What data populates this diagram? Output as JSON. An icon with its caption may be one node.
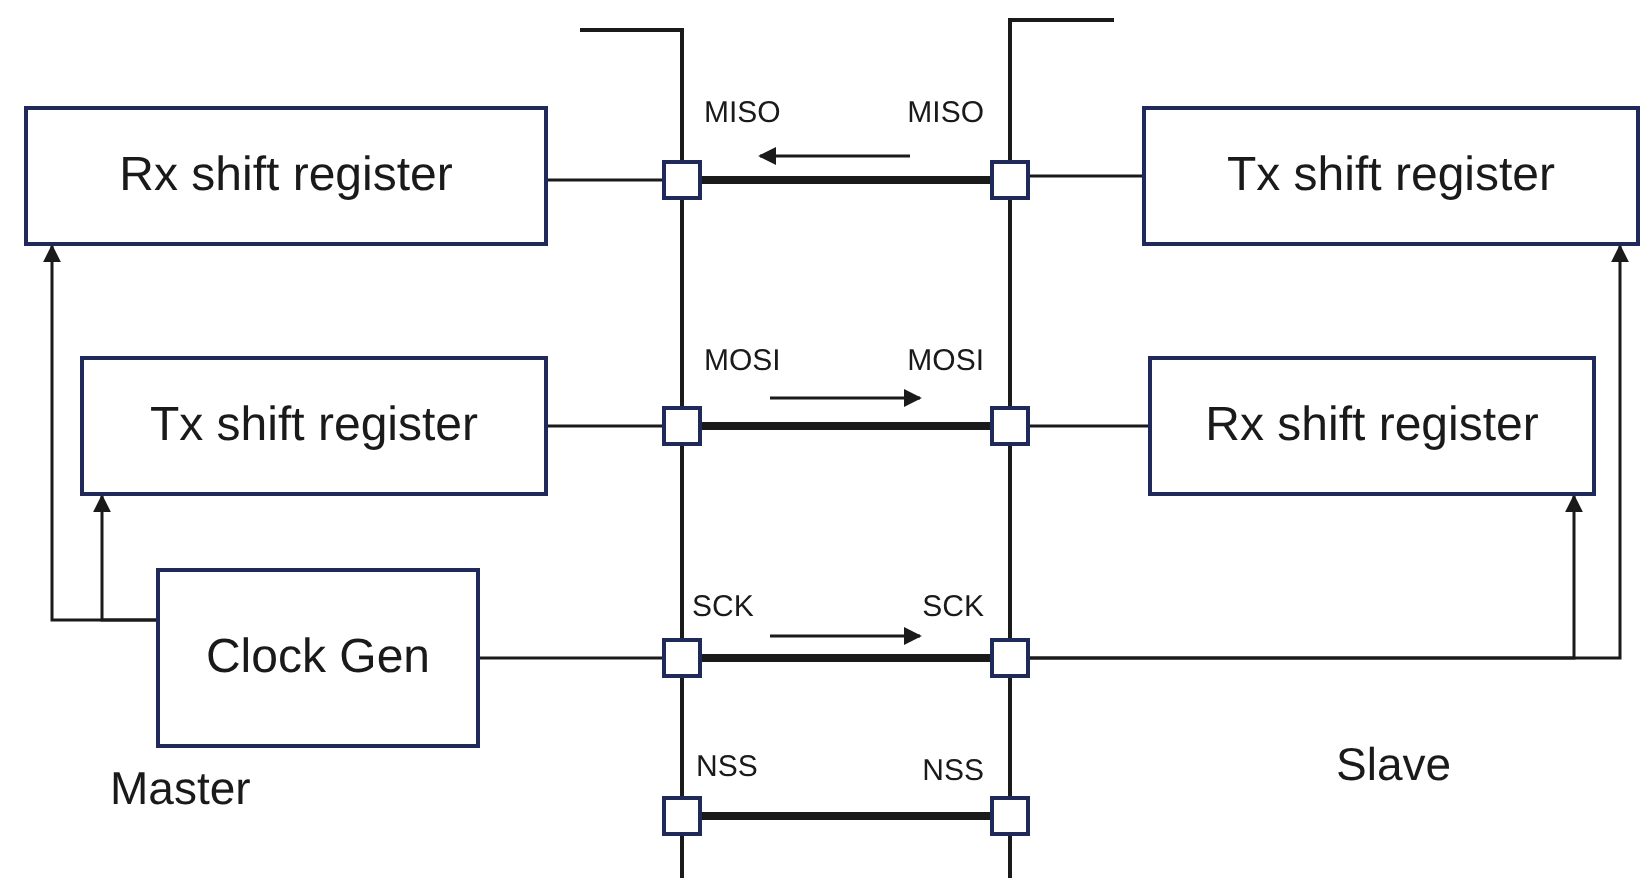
{
  "diagram": {
    "nodes": [
      {
        "text": [
          "Rx shift register"
        ]
      },
      {
        "text": [
          "Tx shift register"
        ]
      },
      {
        "text": [
          "Tx shift register"
        ]
      },
      {
        "text": [
          "Rx shift register"
        ]
      },
      {
        "text": [
          "Clock Gen"
        ]
      },
      {
        "text": [],
        "shape": "box",
        "beside": [
          "MISO"
        ]
      },
      {
        "text": [],
        "shape": "box",
        "beside": [
          "MISO"
        ]
      },
      {
        "text": [],
        "shape": "box",
        "beside": [
          "MOSI"
        ]
      },
      {
        "text": [],
        "shape": "box",
        "beside": [
          "MOSI"
        ]
      },
      {
        "text": [],
        "shape": "box",
        "beside": [
          "SCK"
        ]
      },
      {
        "text": [],
        "shape": "box",
        "beside": [
          "SCK"
        ]
      },
      {
        "text": [],
        "shape": "box",
        "beside": [
          "NSS"
        ]
      },
      {
        "text": [],
        "shape": "box",
        "beside": [
          "NSS"
        ]
      }
    ],
    "edges": [
      {
        "from": 0,
        "to": 5,
        "arrow": "none"
      },
      {
        "from": 5,
        "to": 6,
        "arrow": "none",
        "style": "thick"
      },
      {
        "from": 6,
        "to": 1,
        "arrow": "none"
      },
      {
        "from": 2,
        "to": 7,
        "arrow": "none"
      },
      {
        "from": 7,
        "to": 8,
        "arrow": "none",
        "style": "thick"
      },
      {
        "from": 8,
        "to": 3,
        "arrow": "none"
      },
      {
        "from": 4,
        "to": 9,
        "arrow": "none"
      },
      {
        "from": 9,
        "to": 10,
        "arrow": "none",
        "style": "thick"
      },
      {
        "from": 10,
        "to": 3,
        "arrow": "to"
      },
      {
        "from": 10,
        "to": 1,
        "arrow": "to"
      },
      {
        "from": 4,
        "to": 2,
        "arrow": "to"
      },
      {
        "from": 4,
        "to": 0,
        "arrow": "to"
      },
      {
        "from": 11,
        "to": 12,
        "arrow": "none",
        "style": "thick"
      }
    ],
    "labels": [
      "Master",
      "Slave"
    ]
  }
}
